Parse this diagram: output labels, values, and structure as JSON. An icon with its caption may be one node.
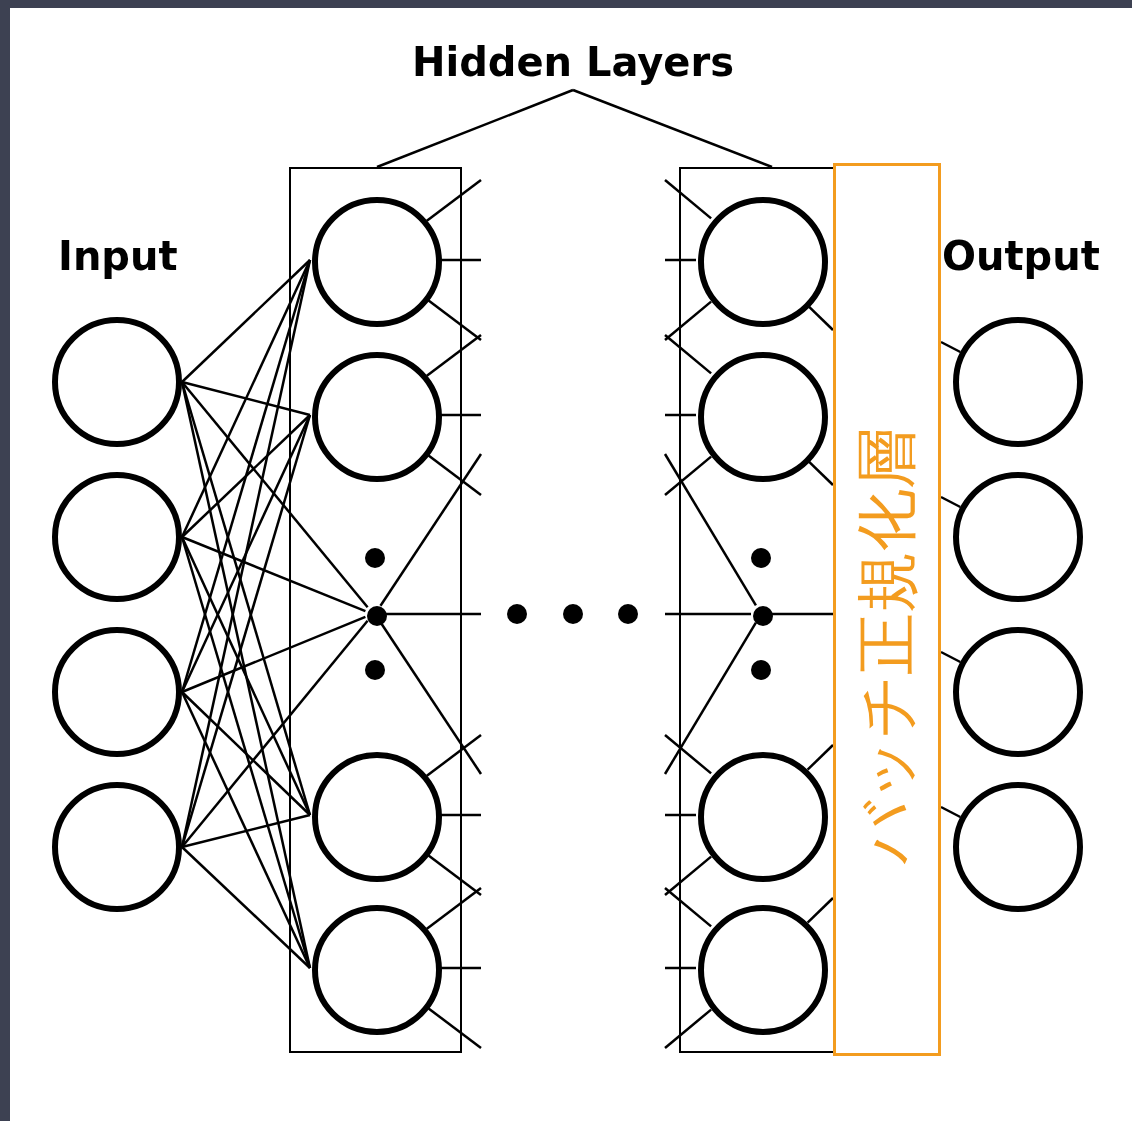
{
  "diagram": {
    "nodes": [
      {
        "text": [
          "Hidden Layers"
        ]
      },
      {
        "text": [],
        "shape": "circle"
      },
      {
        "text": [],
        "shape": "circle"
      },
      {
        "text": [],
        "shape": "circle"
      },
      {
        "text": [],
        "shape": "circle"
      },
      {
        "text": [],
        "shape": "box"
      },
      {
        "text": [],
        "shape": "circle",
        "in": 5
      },
      {
        "text": [],
        "shape": "circle",
        "in": 5
      },
      {
        "text": [],
        "shape": "dot",
        "in": 5
      },
      {
        "text": [],
        "shape": "circle",
        "in": 5
      },
      {
        "text": [],
        "shape": "circle",
        "in": 5
      },
      {
        "text": [],
        "shape": "box"
      },
      {
        "text": [],
        "shape": "circle",
        "in": 11
      },
      {
        "text": [],
        "shape": "circle",
        "in": 11
      },
      {
        "text": [],
        "shape": "dot",
        "in": 11
      },
      {
        "text": [],
        "shape": "circle",
        "in": 11
      },
      {
        "text": [],
        "shape": "circle",
        "in": 11
      },
      {
        "text": [
          "バッチ正規化層"
        ]
      },
      {
        "text": [],
        "shape": "circle"
      },
      {
        "text": [],
        "shape": "circle"
      },
      {
        "text": [],
        "shape": "circle"
      },
      {
        "text": [],
        "shape": "circle"
      }
    ],
    "edges": [
      {
        "from": 0,
        "to": 5,
        "arrow": "none"
      },
      {
        "from": 0,
        "to": 11,
        "arrow": "none"
      },
      {
        "from": 1,
        "to": 6,
        "arrow": "none"
      },
      {
        "from": 1,
        "to": 7,
        "arrow": "none"
      },
      {
        "from": 1,
        "to": 8,
        "arrow": "none"
      },
      {
        "from": 1,
        "to": 9,
        "arrow": "none"
      },
      {
        "from": 1,
        "to": 10,
        "arrow": "none"
      },
      {
        "from": 2,
        "to": 6,
        "arrow": "none"
      },
      {
        "from": 2,
        "to": 7,
        "arrow": "none"
      },
      {
        "from": 2,
        "to": 8,
        "arrow": "none"
      },
      {
        "from": 2,
        "to": 9,
        "arrow": "none"
      },
      {
        "from": 2,
        "to": 10,
        "arrow": "none"
      },
      {
        "from": 3,
        "to": 6,
        "arrow": "none"
      },
      {
        "from": 3,
        "to": 7,
        "arrow": "none"
      },
      {
        "from": 3,
        "to": 8,
        "arrow": "none"
      },
      {
        "from": 3,
        "to": 9,
        "arrow": "none"
      },
      {
        "from": 3,
        "to": 10,
        "arrow": "none"
      },
      {
        "from": 4,
        "to": 6,
        "arrow": "none"
      },
      {
        "from": 4,
        "to": 7,
        "arrow": "none"
      },
      {
        "from": 4,
        "to": 8,
        "arrow": "none"
      },
      {
        "from": 4,
        "to": 9,
        "arrow": "none"
      },
      {
        "from": 4,
        "to": 10,
        "arrow": "none"
      },
      {
        "from": 6,
        "to": null,
        "arrow": "none"
      },
      {
        "from": 6,
        "to": null,
        "arrow": "none"
      },
      {
        "from": 6,
        "to": null,
        "arrow": "none"
      },
      {
        "from": 7,
        "to": null,
        "arrow": "none"
      },
      {
        "from": 7,
        "to": null,
        "arrow": "none"
      },
      {
        "from": 7,
        "to": null,
        "arrow": "none"
      },
      {
        "from": 8,
        "to": null,
        "arrow": "none"
      },
      {
        "from": 8,
        "to": null,
        "arrow": "none"
      },
      {
        "from": 8,
        "to": null,
        "arrow": "none"
      },
      {
        "from": 9,
        "to": null,
        "arrow": "none"
      },
      {
        "from": 9,
        "to": null,
        "arrow": "none"
      },
      {
        "from": 9,
        "to": null,
        "arrow": "none"
      },
      {
        "from": 10,
        "to": null,
        "arrow": "none"
      },
      {
        "from": 10,
        "to": null,
        "arrow": "none"
      },
      {
        "from": 10,
        "to": null,
        "arrow": "none"
      },
      {
        "from": null,
        "to": 12,
        "arrow": "none"
      },
      {
        "from": null,
        "to": 12,
        "arrow": "none"
      },
      {
        "from": null,
        "to": 12,
        "arrow": "none"
      },
      {
        "from": null,
        "to": 13,
        "arrow": "none"
      },
      {
        "from": null,
        "to": 13,
        "arrow": "none"
      },
      {
        "from": null,
        "to": 13,
        "arrow": "none"
      },
      {
        "from": null,
        "to": 14,
        "arrow": "none"
      },
      {
        "from": null,
        "to": 14,
        "arrow": "none"
      },
      {
        "from": null,
        "to": 14,
        "arrow": "none"
      },
      {
        "from": null,
        "to": 15,
        "arrow": "none"
      },
      {
        "from": null,
        "to": 15,
        "arrow": "none"
      },
      {
        "from": null,
        "to": 15,
        "arrow": "none"
      },
      {
        "from": null,
        "to": 16,
        "arrow": "none"
      },
      {
        "from": null,
        "to": 16,
        "arrow": "none"
      },
      {
        "from": null,
        "to": 16,
        "arrow": "none"
      },
      {
        "from": 12,
        "to": 17,
        "arrow": "none"
      },
      {
        "from": 13,
        "to": 17,
        "arrow": "none"
      },
      {
        "from": 14,
        "to": 17,
        "arrow": "none"
      },
      {
        "from": 15,
        "to": 17,
        "arrow": "none"
      },
      {
        "from": 16,
        "to": 17,
        "arrow": "none"
      },
      {
        "from": 17,
        "to": 18,
        "arrow": "none"
      },
      {
        "from": 17,
        "to": 19,
        "arrow": "none"
      },
      {
        "from": 17,
        "to": 20,
        "arrow": "none"
      },
      {
        "from": 17,
        "to": 21,
        "arrow": "none"
      }
    ],
    "labels": [
      "Input",
      "Output"
    ]
  }
}
